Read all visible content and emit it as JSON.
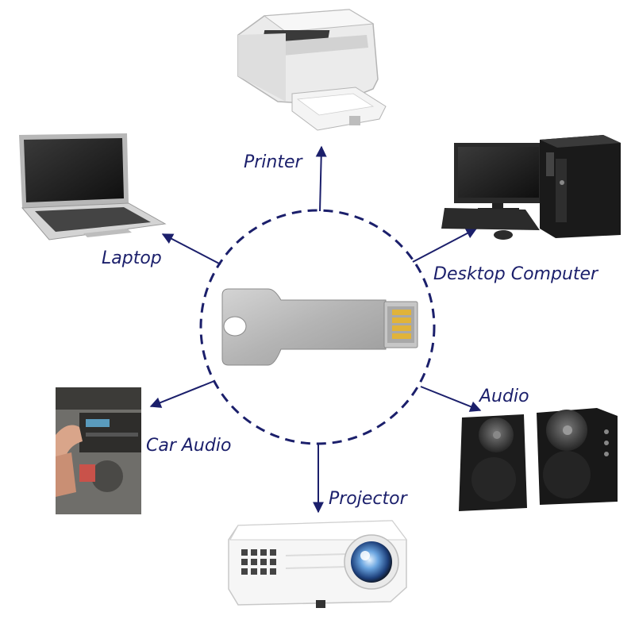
{
  "center": {
    "name": "Key-shaped USB flash drive"
  },
  "labels": {
    "printer": "Printer",
    "laptop": "Laptop",
    "desktop": "Desktop Computer",
    "audio": "Audio",
    "car_audio": "Car Audio",
    "projector": "Projector"
  },
  "colors": {
    "accent": "#1b1f6b"
  },
  "icons": [
    "usb-key-icon",
    "printer-icon",
    "laptop-icon",
    "desktop-computer-icon",
    "speakers-icon",
    "car-audio-icon",
    "projector-icon"
  ]
}
